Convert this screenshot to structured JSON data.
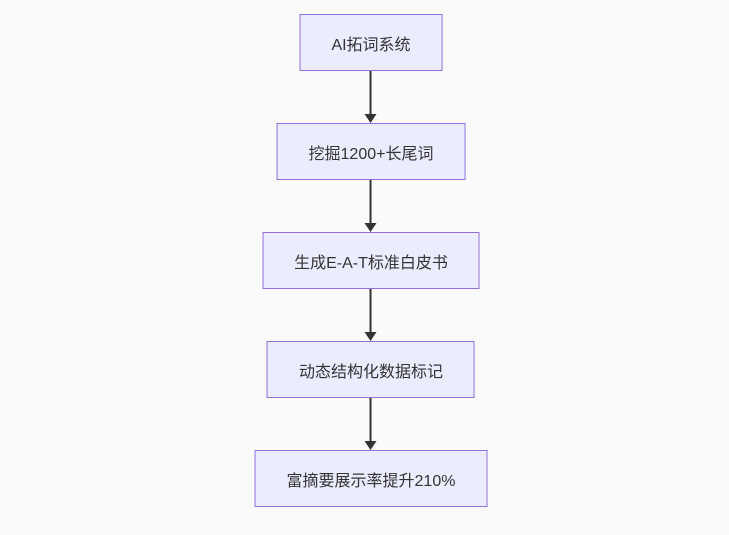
{
  "diagram": {
    "type": "flowchart",
    "direction": "top-down",
    "nodes": [
      {
        "id": "n1",
        "label": "AI拓词系统"
      },
      {
        "id": "n2",
        "label": "挖掘1200+长尾词"
      },
      {
        "id": "n3",
        "label": "生成E-A-T标准白皮书"
      },
      {
        "id": "n4",
        "label": "动态结构化数据标记"
      },
      {
        "id": "n5",
        "label": "富摘要展示率提升210%"
      }
    ],
    "edges": [
      {
        "from": "n1",
        "to": "n2"
      },
      {
        "from": "n2",
        "to": "n3"
      },
      {
        "from": "n3",
        "to": "n4"
      },
      {
        "from": "n4",
        "to": "n5"
      }
    ],
    "colors": {
      "background": "#fafafa",
      "node_fill": "#ececff",
      "node_border": "#9370db",
      "arrow": "#333333",
      "text": "#333333"
    }
  }
}
